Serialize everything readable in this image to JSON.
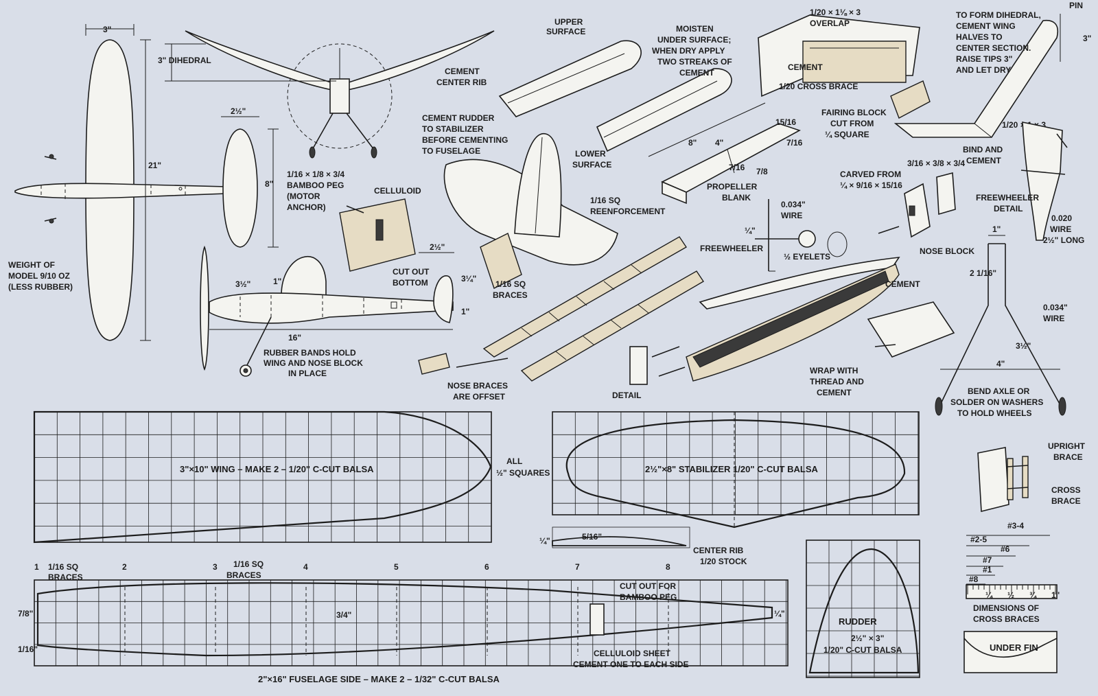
{
  "labels": {
    "top_3in": "3\"",
    "dihedral": "3\" DIHEDRAL",
    "span_21": "21\"",
    "stab_2half": "2½\"",
    "stab_8": "8\"",
    "bamboo_peg": "1/16 × 1/8 × 3/4 BAMBOO PEG (MOTOR ANCHOR)",
    "celluloid": "CELLULOID",
    "cut_out_bottom": "CUT OUT BOTTOM",
    "weight": "WEIGHT OF MODEL 9/10 OZ (LESS RUBBER)",
    "side_3half": "3½\"",
    "side_1": "1\"",
    "side_2half": "2½\"",
    "side_3quarter": "3¼\"",
    "side_1b": "1\"",
    "side_16": "16\"",
    "rubber_bands": "RUBBER BANDS HOLD WING AND NOSE BLOCK IN PLACE",
    "upper_surface": "UPPER SURFACE",
    "cement_center_rib": "CEMENT CENTER RIB",
    "moisten": "MOISTEN UNDER SURFACE; WHEN DRY APPLY TWO STREAKS OF CEMENT",
    "lower_surface": "LOWER SURFACE",
    "cement_rudder": "CEMENT RUDDER TO STABILIZER BEFORE CEMENTING TO FUSELAGE",
    "reenforcement": "1/16 SQ REENFORCEMENT",
    "overlap": "1/20 × 1⅛ × 3 OVERLAP",
    "cement_a": "CEMENT",
    "cross_brace": "1/20 CROSS BRACE",
    "fairing_block": "FAIRING BLOCK CUT FROM ¼ SQUARE",
    "to_form_dihedral": "TO FORM DIHEDRAL, CEMENT WING HALVES TO CENTER SECTION. RAISE TIPS 3\" AND LET DRY",
    "pin": "PIN",
    "pin_3": "3\"",
    "bind_cement": "BIND AND CEMENT",
    "small_1_20": "1/20 × 1 × 3",
    "prop_8": "8\"",
    "prop_4": "4\"",
    "prop_15_16": "15/16",
    "prop_7_16a": "7/16",
    "prop_7_16b": "7/16",
    "prop_7_8": "7/8",
    "propeller_blank": "PROPELLER BLANK",
    "carved_from": "CARVED FROM ¼ × 9/16 × 15/16",
    "nose_block_dims": "3/16 × 3/8 × 3/4",
    "wire_034": "0.034\" WIRE",
    "freewheeler": "FREEWHEELER",
    "quarter": "¼\"",
    "eyelets": "½ EYELETS",
    "nose_block": "NOSE BLOCK",
    "freewheeler_detail": "FREEWHEELER DETAIL",
    "wire_020": "0.020 WIRE 2½\" LONG",
    "braces": "1/16 SQ BRACES",
    "cement_b": "CEMENT",
    "detail": "DETAIL",
    "nose_braces": "NOSE BRACES ARE OFFSET",
    "wrap_thread": "WRAP WITH THREAD AND CEMENT",
    "gear_1": "1\"",
    "gear_2_1_16": "2 1/16\"",
    "wire_034b": "0.034\" WIRE",
    "gear_3half": "3½\"",
    "gear_4": "4\"",
    "bend_axle": "BEND AXLE OR SOLDER ON WASHERS TO HOLD WHEELS",
    "wing_pattern": "3\"×10\" WING – MAKE 2 – 1/20\" C-CUT BALSA",
    "all_squares": "ALL ½\" SQUARES",
    "stab_pattern": "2½\"×8\" STABILIZER   1/20\" C-CUT BALSA",
    "rib_quarter": "¼\"",
    "rib_5_16": "5/16\"",
    "center_rib": "CENTER RIB 1/20 STOCK",
    "fuse_braces_a": "1/16 SQ BRACES",
    "fuse_braces_b": "1/16 SQ BRACES",
    "fuse_7_8": "7/8\"",
    "fuse_1_16": "1/16\"",
    "fuse_3_4": "3/4\"",
    "fuse_1_4": "¼\"",
    "cut_out_peg": "CUT OUT FOR BAMBOO PEG",
    "celluloid_sheet": "CELLULOID SHEET CEMENT ONE TO EACH SIDE",
    "fuse_pattern": "2\"×16\" FUSELAGE SIDE – MAKE 2 – 1/32\" C-CUT BALSA",
    "rudder": "RUDDER",
    "rudder_dims": "2½\" × 3\"",
    "rudder_balsa": "1/20\" C-CUT BALSA",
    "upright_brace": "UPRIGHT BRACE",
    "cross_brace_b": "CROSS BRACE",
    "dims_cross": "DIMENSIONS OF CROSS BRACES",
    "under_fin": "UNDER FIN",
    "br_3_4": "#3-4",
    "br_2_5": "#2-5",
    "br_6": "#6",
    "br_7": "#7",
    "br_1": "#1",
    "br_8": "#8"
  },
  "fuselage_stations": [
    "1",
    "2",
    "3",
    "4",
    "5",
    "6",
    "7",
    "8"
  ],
  "ruler": [
    "¼",
    "½",
    "¾",
    "1\""
  ]
}
